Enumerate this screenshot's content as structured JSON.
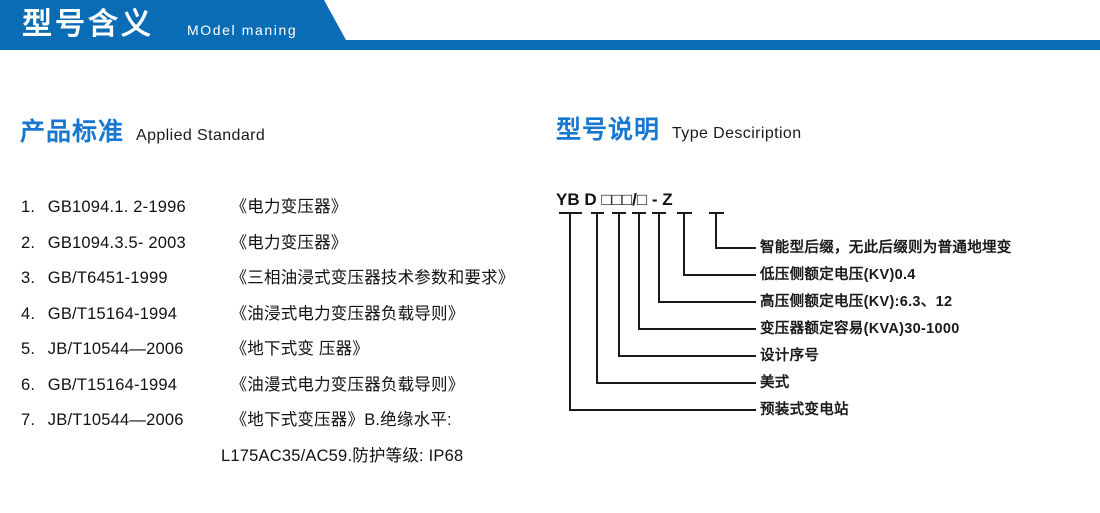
{
  "banner": {
    "title": "型号含义",
    "subtitle": "MOdel maning",
    "color": "#0a6cb4"
  },
  "sections": {
    "left": {
      "cn": "产品标准",
      "en": "Applied Standard"
    },
    "right": {
      "cn": "型号说明",
      "en": "Type Desciription"
    },
    "heading_color": "#1877d0"
  },
  "standards": [
    {
      "num": "1.",
      "code": "GB1094.1. 2-1996",
      "name": "《电力变压器》"
    },
    {
      "num": "2.",
      "code": "GB1094.3.5- 2003",
      "name": "《电力变压器》"
    },
    {
      "num": "3.",
      "code": "GB/T6451-1999",
      "name": "《三相油浸式变压器技术参数和要求》"
    },
    {
      "num": "4.",
      "code": "GB/T15164-1994",
      "name": "《油浸式电力变压器负载导则》"
    },
    {
      "num": "5.",
      "code": "JB/T10544—2006",
      "name": "《地下式变 压器》"
    },
    {
      "num": "6.",
      "code": "GB/T15164-1994",
      "name": "《油漫式电力变压器负载导则》"
    },
    {
      "num": "7.",
      "code": "JB/T10544—2006",
      "name": "《地下式变压器》B.绝缘水平:",
      "cont": "L175AC35/AC59.防护等级: IP68"
    }
  ],
  "model": {
    "code": "YB D □□□/□ - Z",
    "labels": [
      "智能型后缀，无此后缀则为普通地埋变",
      "低压侧额定电压(KV)0.4",
      "高压侧额定电压(KV):6.3、12",
      "变压器额定容易(KVA)30-1000",
      "设计序号",
      "美式",
      "预装式变电站"
    ]
  }
}
